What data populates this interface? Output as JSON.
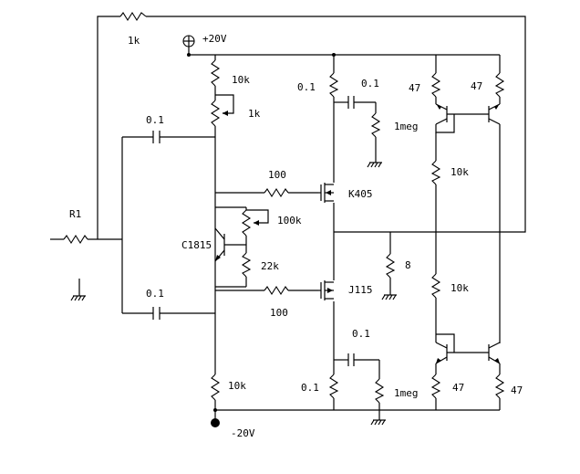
{
  "labels": {
    "r_feedback": "1k",
    "supply_pos": "+20V",
    "supply_neg": "-20V",
    "r_top_bias": "10k",
    "r_trim": "1k",
    "c_in_top": "0.1",
    "c_in_bot": "0.1",
    "r_input": "R1",
    "r_gate_top": "100",
    "r_gate_bot": "100",
    "pot_100k": "100k",
    "r_22k": "22k",
    "q_vbe": "C1815",
    "q_nmos": "K405",
    "q_pmos": "J115",
    "r_drain_top": "0.1",
    "c_top": "0.1",
    "r_meg_top": "1meg",
    "r_drain_bot": "0.1",
    "c_bot": "0.1",
    "r_meg_bot": "1meg",
    "r_load": "8",
    "r_bot_bias": "10k",
    "r_mirror_top_a": "47",
    "r_mirror_top_b": "47",
    "r_mirror_bot_a": "47",
    "r_mirror_bot_b": "47",
    "r_div_top": "10k",
    "r_div_bot": "10k"
  }
}
